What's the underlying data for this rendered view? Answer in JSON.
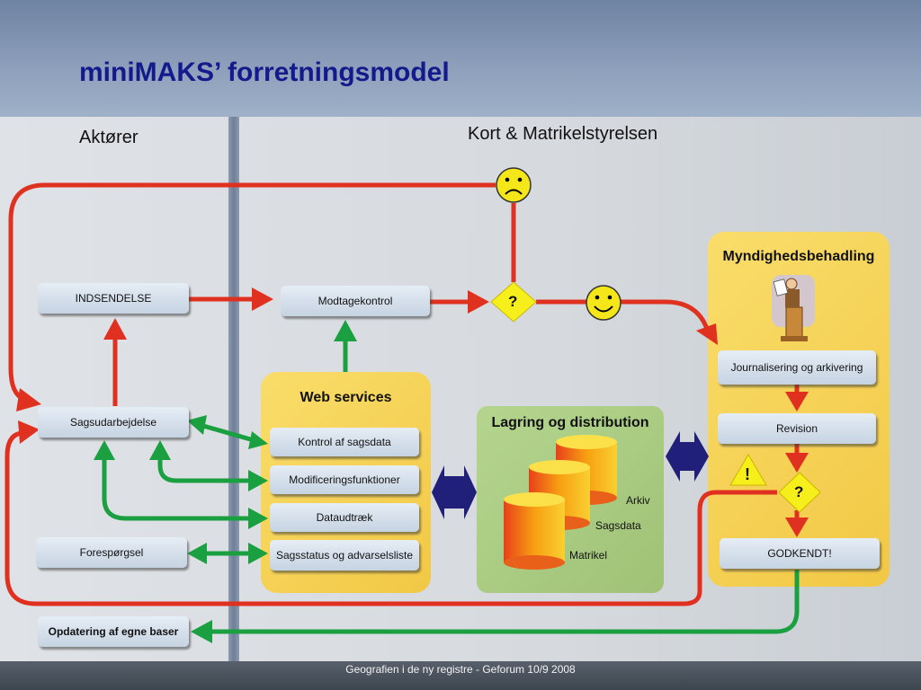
{
  "title": "miniMAKS’ forretningsmodel",
  "lanes": {
    "actors": "Aktører",
    "agency": "Kort & Matrikelstyrelsen"
  },
  "panels": {
    "web_services": "Web services",
    "storage": "Lagring og distribution",
    "authority": "Myndighedsbehadling"
  },
  "actor_boxes": {
    "indsendelse": "INDSENDELSE",
    "sagsudarbejdelse": "Sagsudarbejdelse",
    "forespoergsel": "Forespørgsel",
    "opdatering": "Opdatering af egne baser"
  },
  "process_boxes": {
    "modtagekontrol": "Modtagekontrol"
  },
  "web_service_items": [
    "Kontrol af sagsdata",
    "Modificeringsfunktioner",
    "Dataudtræk",
    "Sagsstatus og advarselsliste"
  ],
  "storage_items": {
    "arkiv": "Arkiv",
    "sagsdata": "Sagsdata",
    "matrikel": "Matrikel"
  },
  "authority_items": {
    "journalisering": "Journalisering og arkivering",
    "revision": "Revision",
    "godkendt": "GODKENDT!"
  },
  "symbols": {
    "decision": "?",
    "warning": "!"
  },
  "icons": {
    "sad": "sad-face-icon",
    "happy": "happy-face-icon",
    "official": "official-at-desk-icon"
  },
  "colors": {
    "red": "#e03020",
    "green": "#1aa040",
    "navy": "#20207a",
    "yellow": "#f7d454",
    "storage_green": "#a9cc83"
  },
  "footer": "Geografien i de ny registre - Geforum 10/9 2008"
}
